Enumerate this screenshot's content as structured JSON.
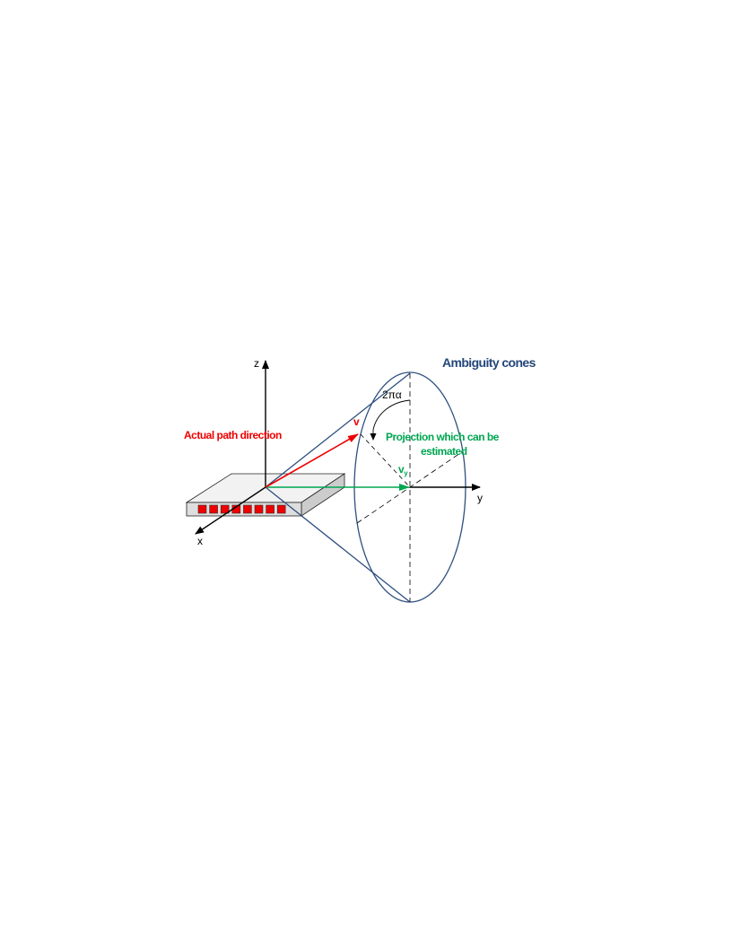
{
  "labels": {
    "cones_title": "Ambiguity cones",
    "angle": "2πα",
    "actual_path": "Actual path direction",
    "vector_v": "v",
    "projection_line1": "Projection which can be",
    "projection_line2": "estimated",
    "vy_main": "v",
    "vy_sub": "y",
    "axis_x": "x",
    "axis_y": "y",
    "axis_z": "z"
  },
  "colors": {
    "cone": "#2e4f7f",
    "title": "#24477a",
    "actual": "#ee0000",
    "projection": "#00a651",
    "axis": "#000000",
    "antenna_element": "#ee0000",
    "box_top": "#f2f2f2",
    "box_front": "#dedede",
    "box_side": "#cccccc"
  },
  "antenna_elements": 8
}
